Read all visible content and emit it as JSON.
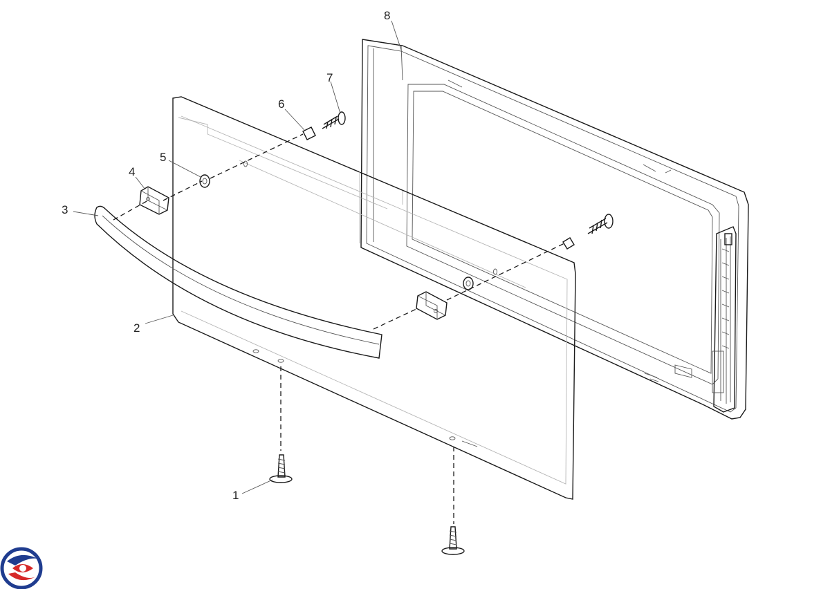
{
  "callouts": {
    "c1": "1",
    "c2": "2",
    "c3": "3",
    "c4": "4",
    "c5": "5",
    "c6": "6",
    "c7": "7",
    "c8": "8"
  },
  "colors": {
    "line": "#1a1a1a",
    "logo_blue": "#1f3c8f",
    "logo_red": "#d62828"
  }
}
